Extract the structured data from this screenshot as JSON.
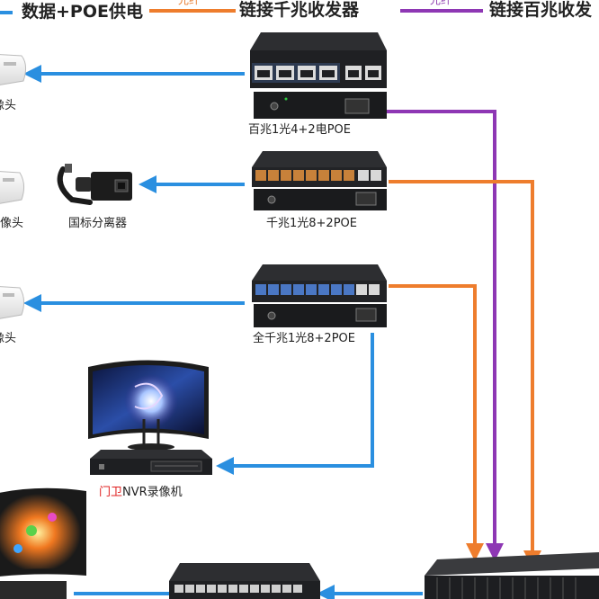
{
  "legend": {
    "blue_text": "数据+POE供电",
    "orange_small": "光纤",
    "orange_text": "链接千兆收发器",
    "purple_small": "光纤",
    "purple_text": "链接百兆收发"
  },
  "devices": {
    "switch1_label": "百兆1光4+2电POE",
    "switch2_label": "千兆1光8+2POE",
    "switch3_label": "全千兆1光8+2POE",
    "splitter_label": "国标分离器",
    "camera1_label": "像头",
    "camera2_label": "像头",
    "camera3_label": "像头",
    "nvr_label_red": "门卫",
    "nvr_label_rest": "NVR录像机"
  },
  "colors": {
    "blue": "#2a8fe0",
    "orange": "#ee7d2d",
    "purple": "#8e37b4",
    "device_dark": "#1e1f22",
    "accent_red": "#e02020"
  }
}
